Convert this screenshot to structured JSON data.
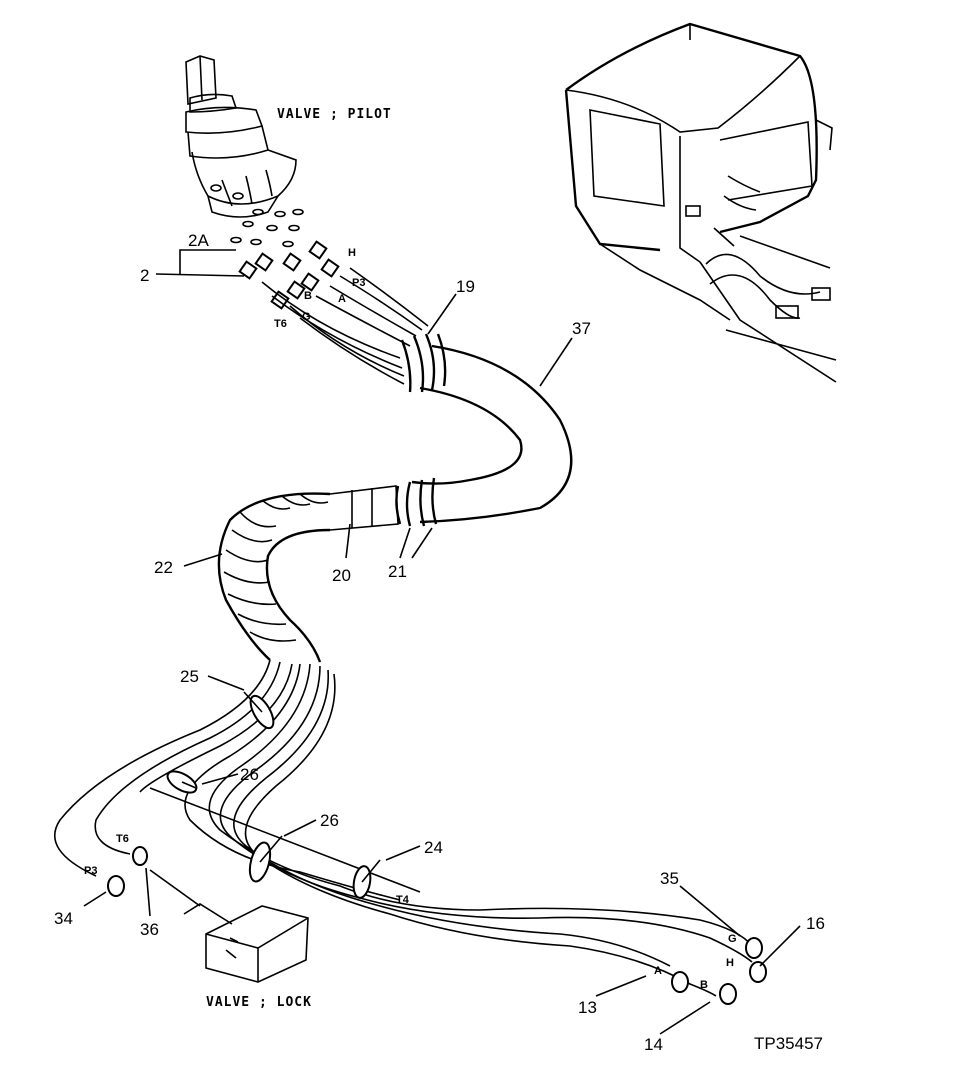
{
  "captions": {
    "pilot_valve": "VALVE ; PILOT",
    "lock_valve": "VALVE ; LOCK",
    "drawing_id": "TP35457"
  },
  "callouts": {
    "c2": "2",
    "c2a": "2A",
    "c13": "13",
    "c14": "14",
    "c16": "16",
    "c19": "19",
    "c20": "20",
    "c21": "21",
    "c22": "22",
    "c24": "24",
    "c25": "25",
    "c26a": "26",
    "c26b": "26",
    "c34": "34",
    "c35": "35",
    "c36": "36",
    "c37": "37"
  },
  "port_labels": {
    "h_top": "H",
    "p3_top": "P3",
    "b_top": "B",
    "a_top": "A",
    "t6_top": "T6",
    "g_top": "G",
    "t6_bottom": "T6",
    "p3_bottom": "P3",
    "t4": "T4",
    "g_end": "G",
    "h_end": "H",
    "a_end": "A",
    "b_end": "B"
  }
}
